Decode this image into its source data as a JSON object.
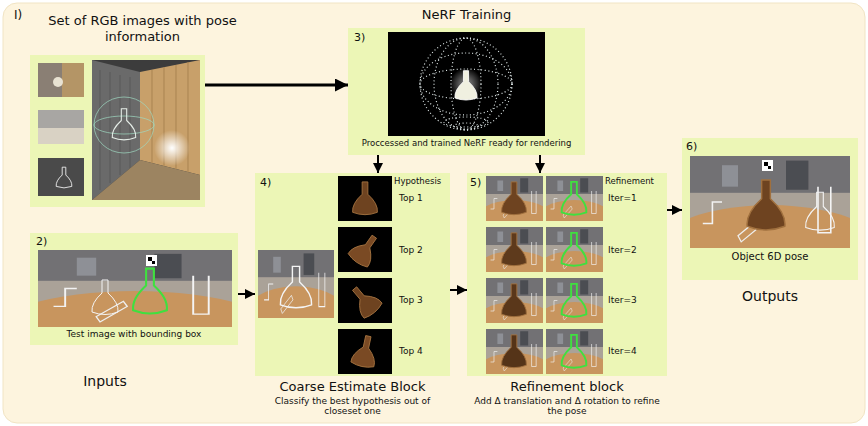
{
  "diagram": {
    "nodes": [
      {
        "text": [
          "Set of RGB images with pose information"
        ]
      },
      {
        "text": [
          "NeRF Training",
          "3)",
          "Proccessed and trained NeRF ready for rendering"
        ]
      },
      {
        "text": [
          "2)",
          "Test image with bounding box",
          "Inputs"
        ]
      },
      {
        "text": [
          "4)",
          "Hypothesis",
          "Top 1",
          "Top 2",
          "Top 3",
          "Top 4",
          "Coarse Estimate Block",
          "Classify the best hypothesis out of closeset one"
        ]
      },
      {
        "text": [
          "5)",
          "Refinement",
          "Iter=1",
          "Iter=2",
          "Iter=3",
          "Iter=4",
          "Refinement block",
          "Add Δ translation and Δ rotation to refine the pose"
        ]
      },
      {
        "text": [
          "6)",
          "Object 6D pose",
          "Outputs"
        ]
      }
    ],
    "edges": [
      {
        "from": 0,
        "to": 1,
        "arrow": "to"
      },
      {
        "from": 1,
        "to": 3,
        "arrow": "to"
      },
      {
        "from": 1,
        "to": 4,
        "arrow": "to"
      },
      {
        "from": 2,
        "to": 3,
        "arrow": "to"
      },
      {
        "from": 3,
        "to": 4,
        "arrow": "to"
      },
      {
        "from": 4,
        "to": 5,
        "arrow": "to"
      }
    ],
    "labels": [
      "I)"
    ]
  }
}
